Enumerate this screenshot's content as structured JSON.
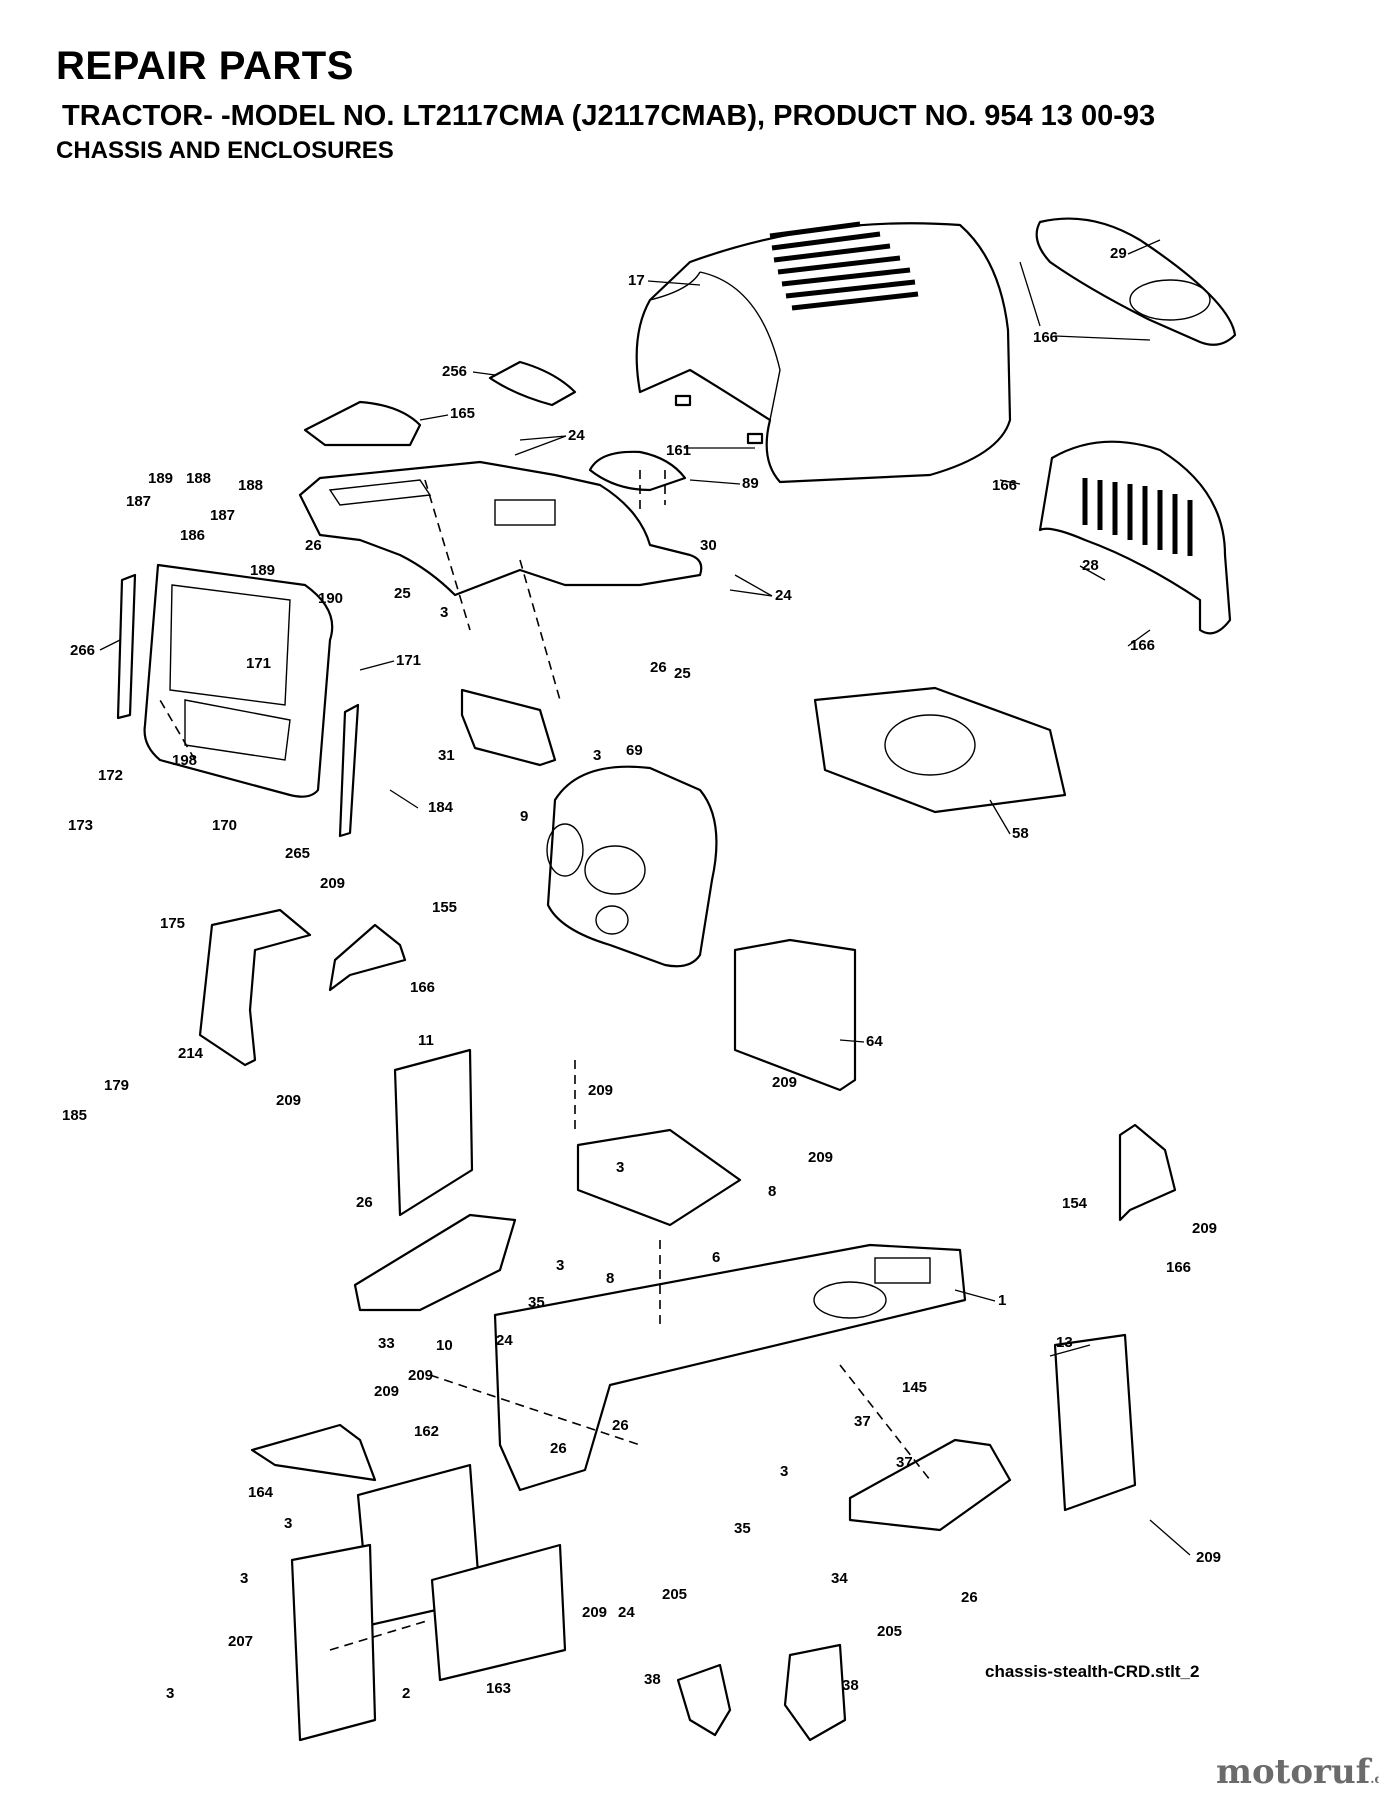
{
  "header": {
    "title": "REPAIR PARTS",
    "model_line": "TRACTOR- -MODEL NO. LT2117CMA (J2117CMAB), PRODUCT NO. 954 13 00-93",
    "section": "CHASSIS AND ENCLOSURES"
  },
  "caption": "chassis-stealth-CRD.stlt_2",
  "watermark": {
    "text": "motoruf",
    "suffix": ".de"
  },
  "labels": [
    "17",
    "29",
    "166",
    "256",
    "165",
    "24",
    "161",
    "89",
    "189",
    "188",
    "187",
    "186",
    "188",
    "187",
    "189",
    "26",
    "25",
    "30",
    "24",
    "166",
    "28",
    "166",
    "190",
    "3",
    "26",
    "25",
    "266",
    "171",
    "171",
    "69",
    "31",
    "3",
    "198",
    "172",
    "173",
    "170",
    "184",
    "265",
    "9",
    "58",
    "209",
    "155",
    "175",
    "166",
    "64",
    "209",
    "11",
    "214",
    "179",
    "185",
    "209",
    "209",
    "209",
    "3",
    "8",
    "26",
    "8",
    "6",
    "154",
    "209",
    "166",
    "3",
    "35",
    "33",
    "10",
    "1",
    "24",
    "209",
    "209",
    "162",
    "26",
    "26",
    "145",
    "37",
    "13",
    "164",
    "3",
    "3",
    "37",
    "35",
    "34",
    "209",
    "3",
    "207",
    "205",
    "26",
    "163",
    "209",
    "24",
    "205",
    "3",
    "2",
    "38",
    "38"
  ]
}
